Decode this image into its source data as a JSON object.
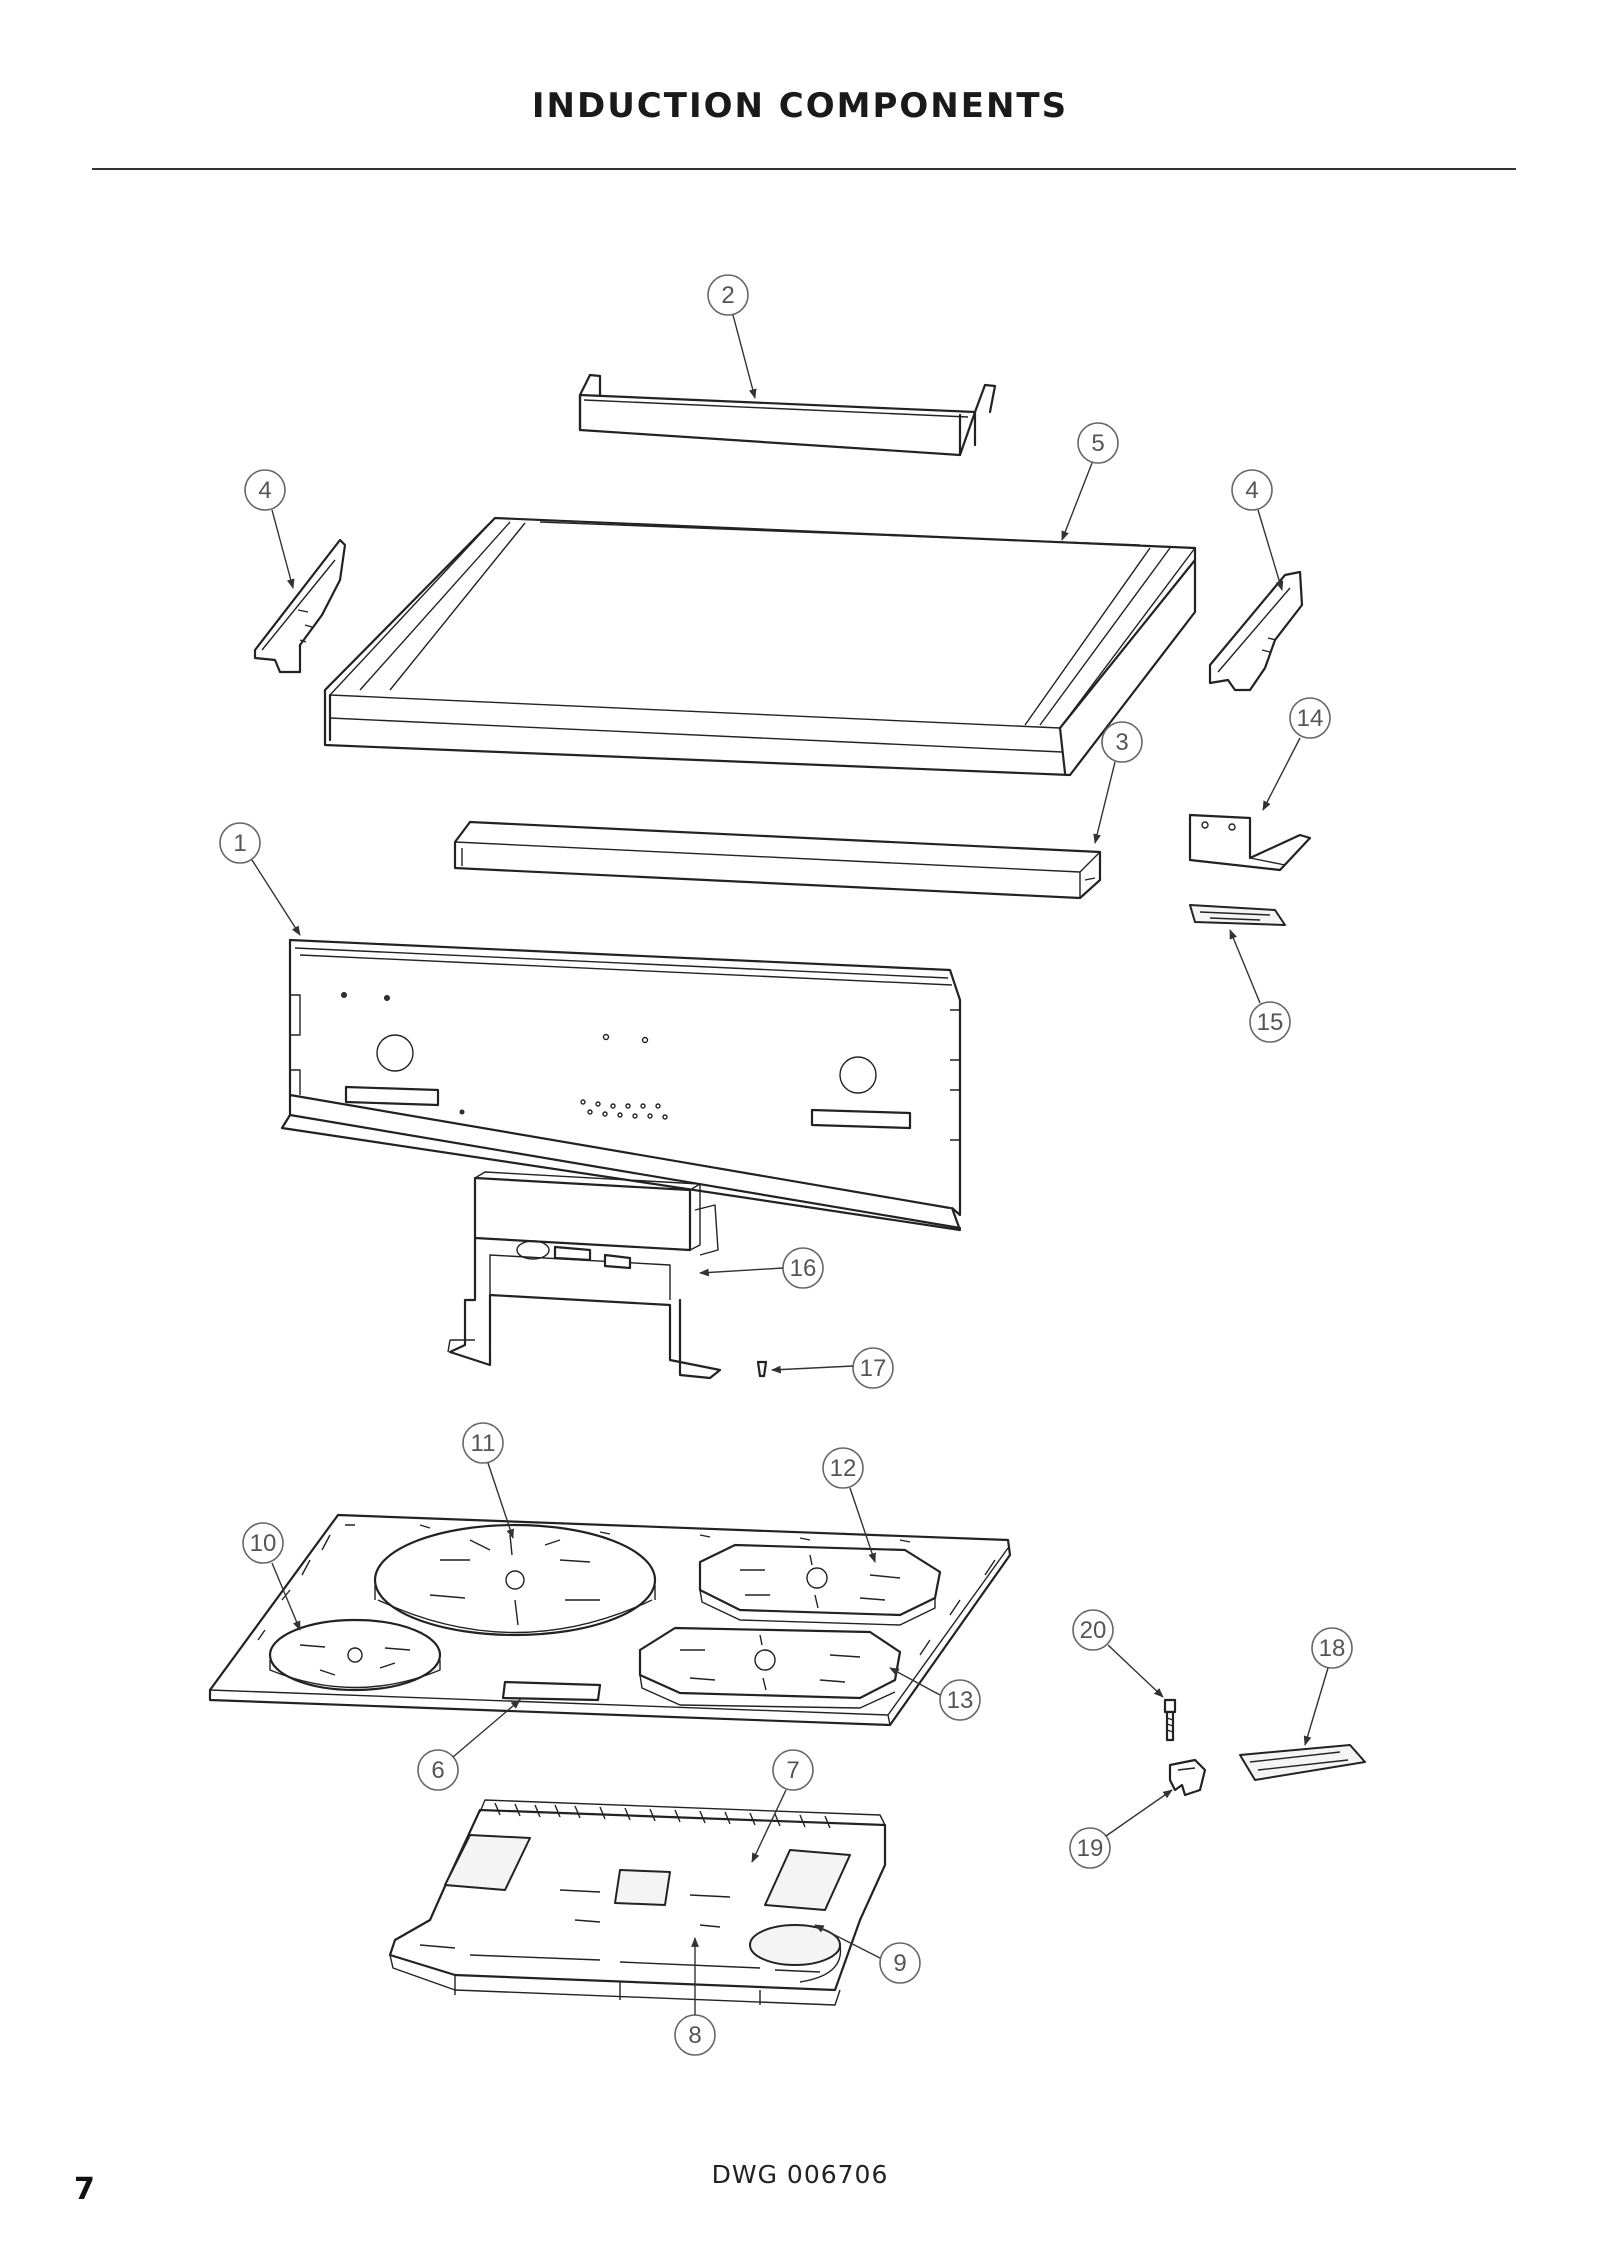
{
  "page": {
    "title": "INDUCTION COMPONENTS",
    "drawing_number": "DWG 006706",
    "page_number": "7"
  },
  "callouts": [
    "1",
    "2",
    "3",
    "4",
    "4",
    "5",
    "6",
    "7",
    "8",
    "9",
    "10",
    "11",
    "12",
    "13",
    "14",
    "15",
    "16",
    "17",
    "18",
    "19",
    "20"
  ]
}
